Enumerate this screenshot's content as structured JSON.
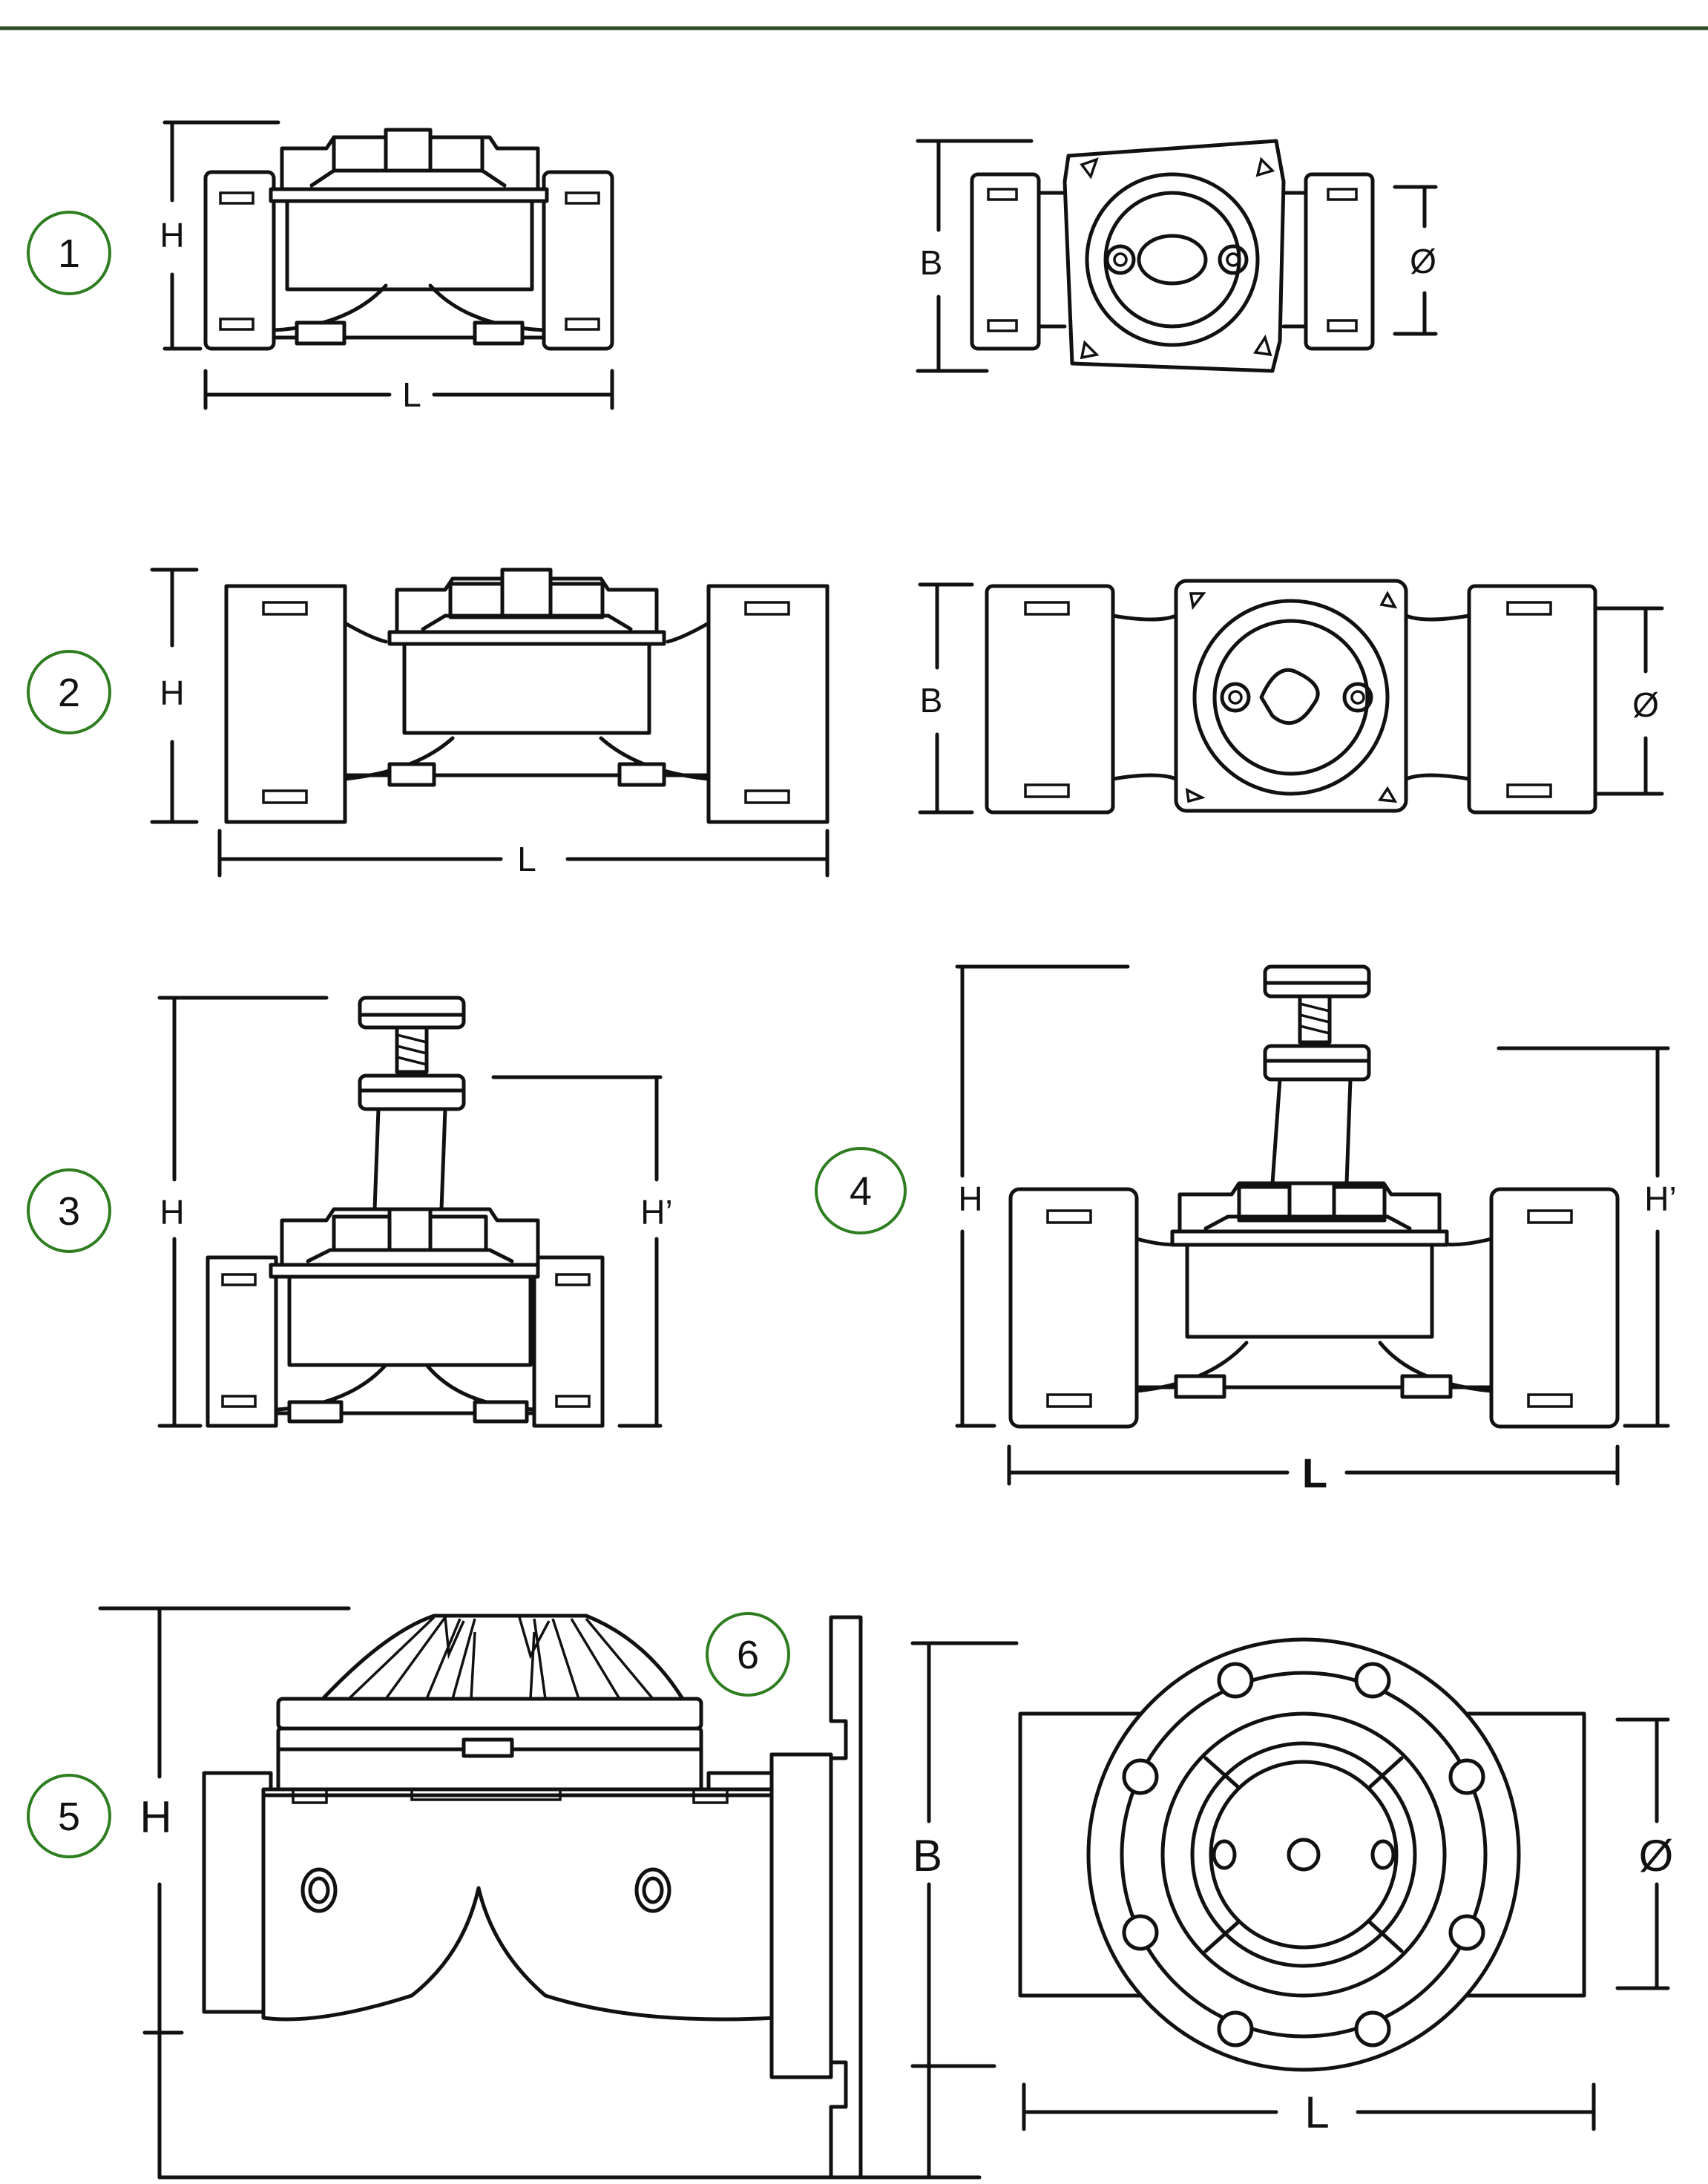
{
  "colors": {
    "line": "#111111",
    "accent": "#2e7d20",
    "background": "#ffffff"
  },
  "figures": [
    {
      "id": "1",
      "front": {
        "height_label": "H",
        "length_label": "L"
      },
      "side": {
        "width_label": "B",
        "diameter_label": "Ø"
      }
    },
    {
      "id": "2",
      "front": {
        "height_label": "H",
        "length_label": "L"
      },
      "side": {
        "width_label": "B",
        "diameter_label": "Ø"
      }
    },
    {
      "id": "3",
      "front": {
        "height_label": "H",
        "height2_label": "H’"
      }
    },
    {
      "id": "4",
      "front": {
        "height_label": "H",
        "height2_label": "H’",
        "length_label": "L"
      }
    },
    {
      "id": "5",
      "front": {
        "height_label": "H"
      }
    },
    {
      "id": "6",
      "side": {
        "width_label": "B",
        "diameter_label": "Ø",
        "length_label": "L"
      }
    }
  ]
}
